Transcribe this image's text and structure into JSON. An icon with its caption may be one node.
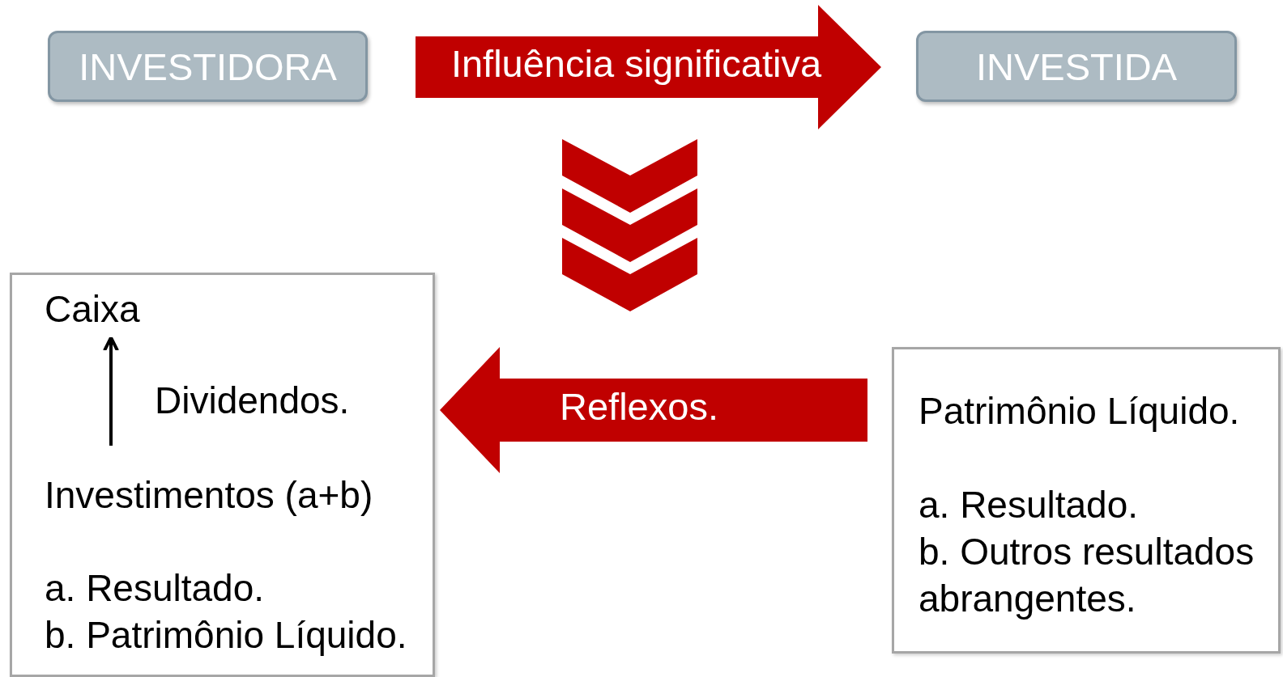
{
  "diagram": {
    "nodes": [
      {
        "text": [
          "INVESTIDORA"
        ]
      },
      {
        "text": [
          "INVESTIDA"
        ]
      },
      {
        "text": [],
        "shape": "box"
      },
      {
        "text": [
          "Caixa"
        ],
        "in": 2
      },
      {
        "text": [
          "Investimentos (a+b)",
          "a. Resultado.",
          "b. Patrimônio Líquido."
        ],
        "in": 2
      },
      {
        "text": [
          "Patrimônio Líquido.",
          "a. Resultado.",
          "b. Outros resultados abrangentes."
        ]
      }
    ],
    "edges": [
      {
        "from": 0,
        "to": 1,
        "arrow": "to",
        "label": "Influência significativa",
        "style": "thick",
        "color": "#c00000"
      },
      {
        "from": 4,
        "to": 3,
        "arrow": "to",
        "label": "Dividendos."
      },
      {
        "from": 5,
        "to": 2,
        "arrow": "to",
        "label": "Reflexos.",
        "style": "thick",
        "color": "#c00000"
      }
    ]
  }
}
